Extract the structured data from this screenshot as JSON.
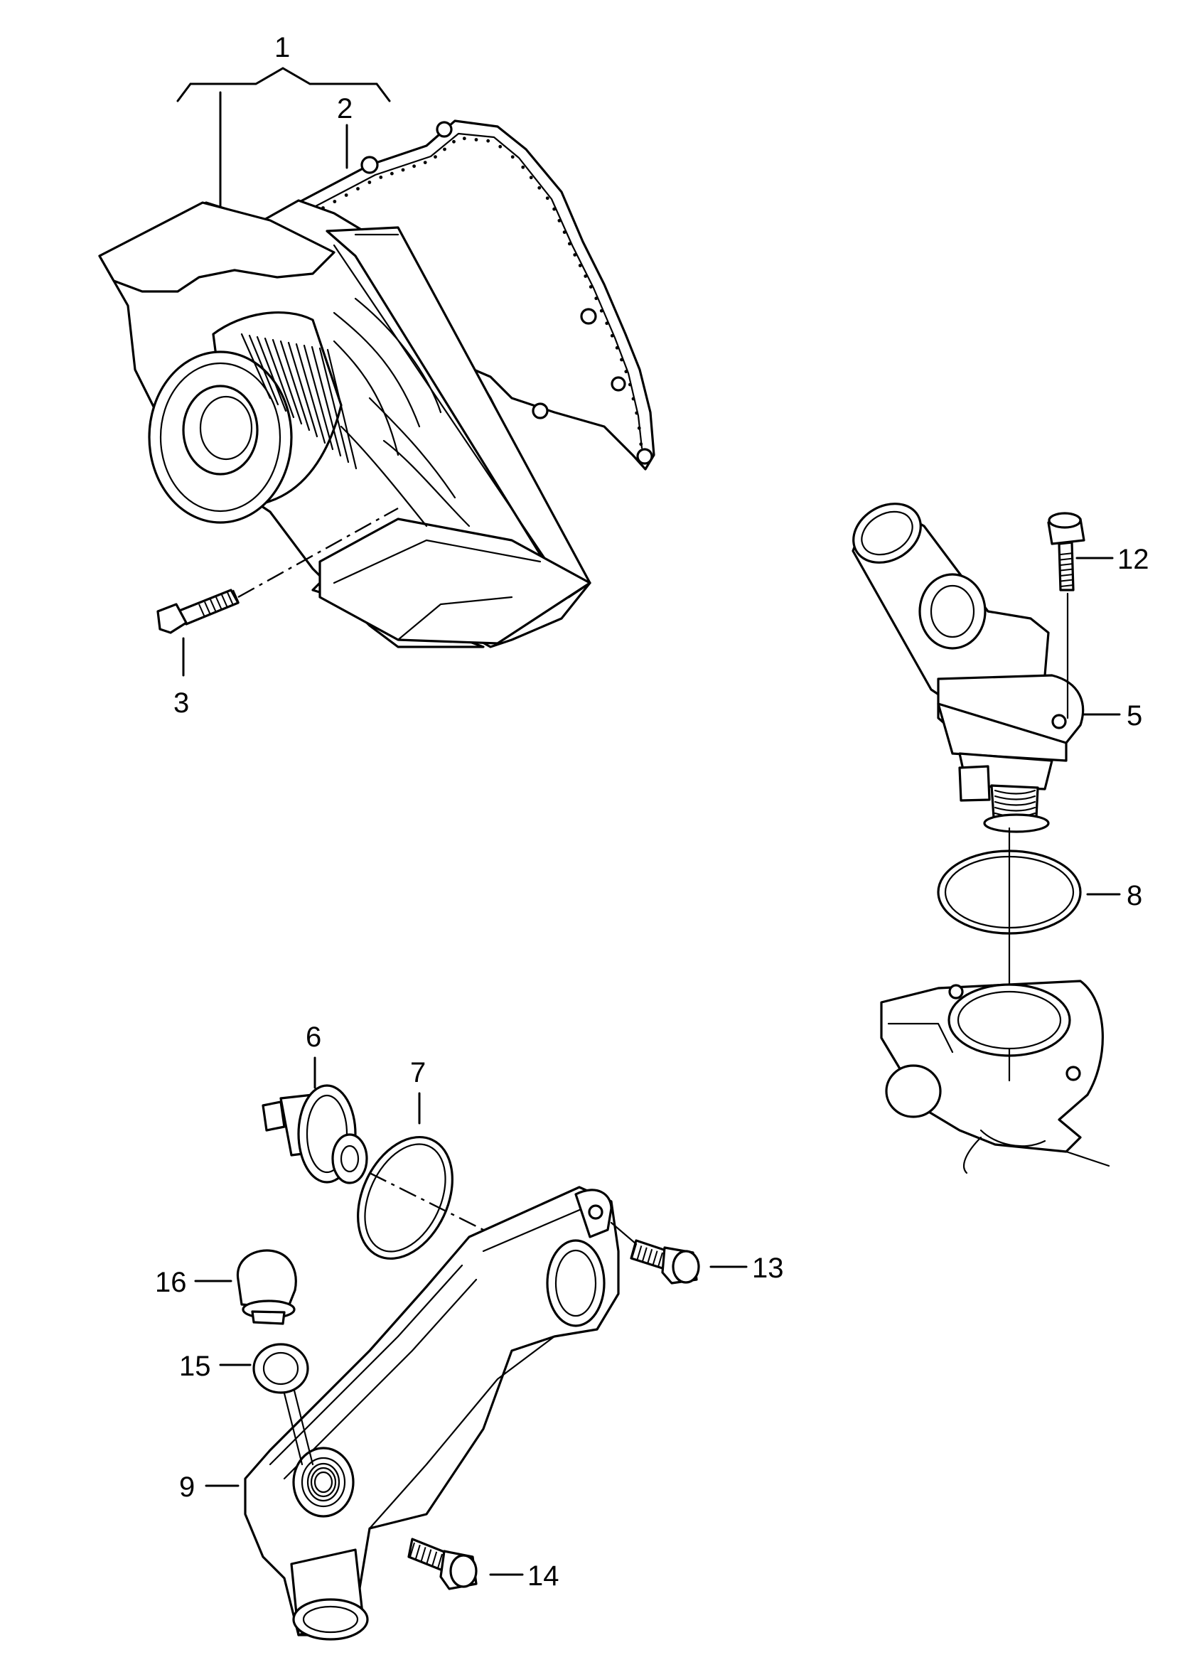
{
  "diagram": {
    "callouts": [
      {
        "id": "1",
        "label": "1"
      },
      {
        "id": "2",
        "label": "2"
      },
      {
        "id": "3",
        "label": "3"
      },
      {
        "id": "5",
        "label": "5"
      },
      {
        "id": "6",
        "label": "6"
      },
      {
        "id": "7",
        "label": "7"
      },
      {
        "id": "8",
        "label": "8"
      },
      {
        "id": "9",
        "label": "9"
      },
      {
        "id": "12",
        "label": "12"
      },
      {
        "id": "13",
        "label": "13"
      },
      {
        "id": "14",
        "label": "14"
      },
      {
        "id": "15",
        "label": "15"
      },
      {
        "id": "16",
        "label": "16"
      }
    ]
  }
}
